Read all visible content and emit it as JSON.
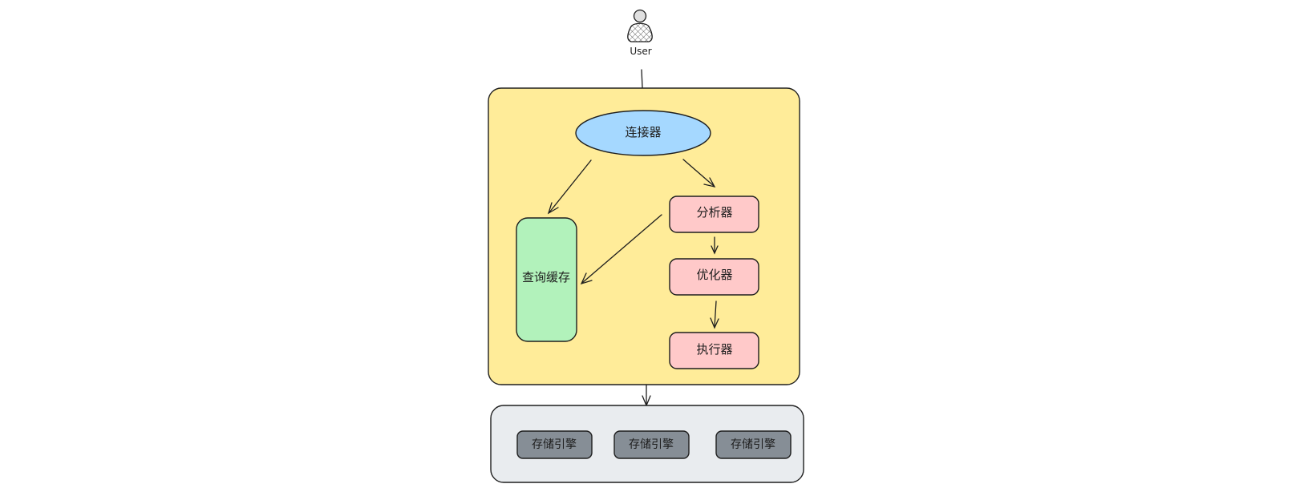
{
  "user": {
    "label": "User",
    "icon": "user-icon"
  },
  "server": {
    "fill": "#ffec99",
    "connector": {
      "label": "连接器",
      "fill": "#a5d8ff"
    },
    "query_cache": {
      "label": "查询缓存",
      "fill": "#b2f2bb"
    },
    "analyzer": {
      "label": "分析器",
      "fill": "#ffc9c9"
    },
    "optimizer": {
      "label": "优化器",
      "fill": "#ffc9c9"
    },
    "executor": {
      "label": "执行器",
      "fill": "#ffc9c9"
    }
  },
  "storage": {
    "fill": "#e9ecef",
    "engine_fill": "#868e96",
    "engines": [
      {
        "label": "存储引擎"
      },
      {
        "label": "存储引擎"
      },
      {
        "label": "存储引擎"
      }
    ]
  },
  "stroke": "#1e1e1e"
}
